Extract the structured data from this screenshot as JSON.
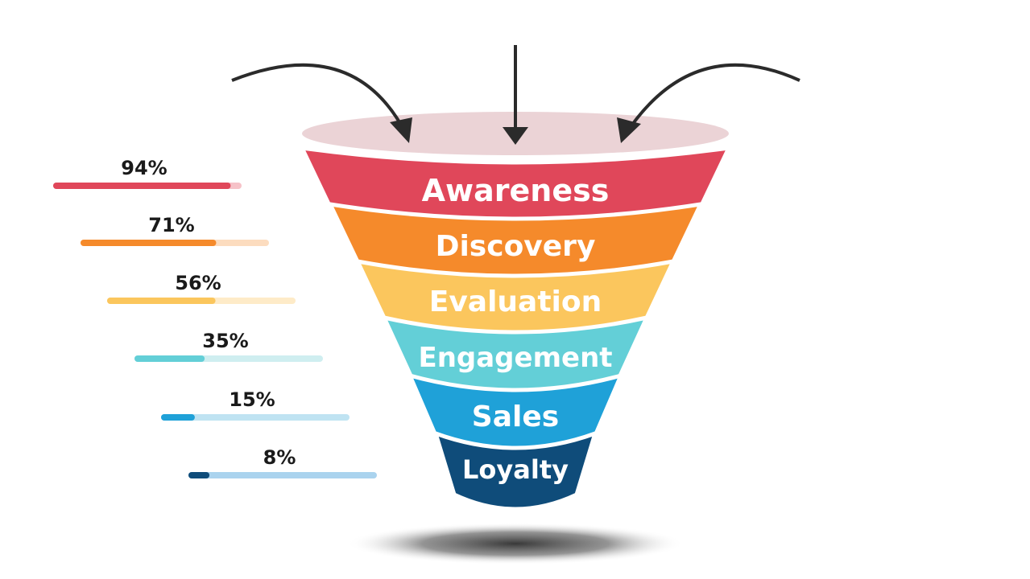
{
  "funnel": {
    "rim_color": "#ebd3d6",
    "arrow_color": "#2b2b2b",
    "shadow_color": "#3a3a3a",
    "stages": [
      {
        "label": "Awareness",
        "percent_text": "94%",
        "percent": 94,
        "color": "#e0475a",
        "track": "#f6c2c8"
      },
      {
        "label": "Discovery",
        "percent_text": "71%",
        "percent": 71,
        "color": "#f58a2b",
        "track": "#fcdcbf"
      },
      {
        "label": "Evaluation",
        "percent_text": "56%",
        "percent": 56,
        "color": "#fbc65d",
        "track": "#feebc8"
      },
      {
        "label": "Engagement",
        "percent_text": "35%",
        "percent": 35,
        "color": "#63cfd7",
        "track": "#cfeef0"
      },
      {
        "label": "Sales",
        "percent_text": "15%",
        "percent": 15,
        "color": "#1fa1d8",
        "track": "#bfe3f2"
      },
      {
        "label": "Loyalty",
        "percent_text": "8%",
        "percent": 8,
        "color": "#0f4c7a",
        "track": "#aad3ee"
      }
    ]
  }
}
